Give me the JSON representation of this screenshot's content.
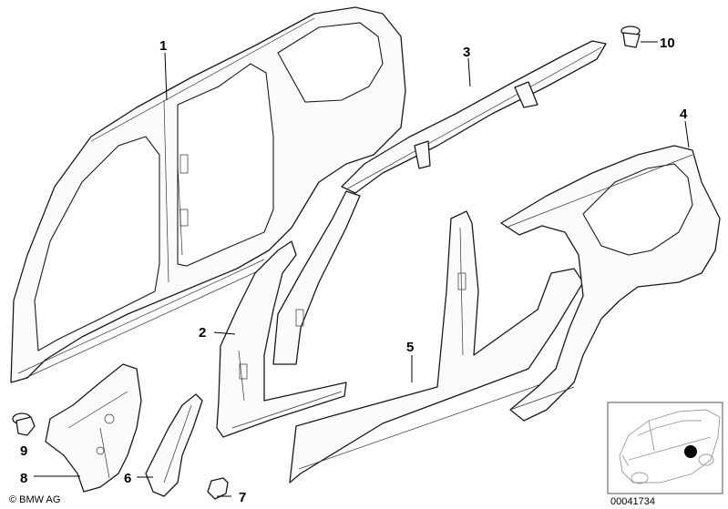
{
  "callouts": [
    {
      "id": "1",
      "label": "1"
    },
    {
      "id": "2",
      "label": "2"
    },
    {
      "id": "3",
      "label": "3"
    },
    {
      "id": "4",
      "label": "4"
    },
    {
      "id": "5",
      "label": "5"
    },
    {
      "id": "6",
      "label": "6"
    },
    {
      "id": "7",
      "label": "7"
    },
    {
      "id": "8",
      "label": "8"
    },
    {
      "id": "9",
      "label": "9"
    },
    {
      "id": "10",
      "label": "10"
    }
  ],
  "copyright": "© BMW AG",
  "image_number": "00041734",
  "colors": {
    "line": "#1a1a1a",
    "marker": "#000000"
  },
  "icons": {
    "locator": "car-locator-icon"
  }
}
